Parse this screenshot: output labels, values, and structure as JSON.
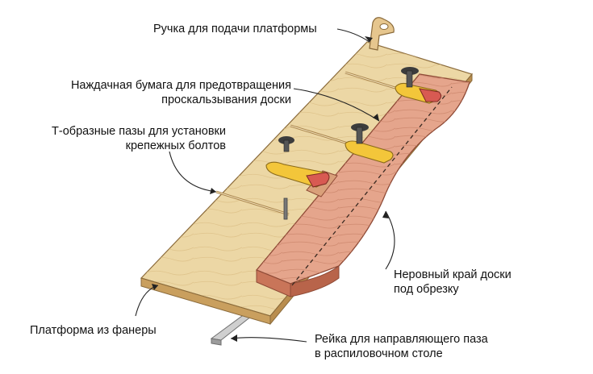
{
  "diagram": {
    "labels": {
      "handle": "Ручка для подачи платформы",
      "sandpaper_line1": "Наждачная бумага для предотвращения",
      "sandpaper_line2": "проскальзывания доски",
      "tslots_line1": "Т-образные пазы для установки",
      "tslots_line2": "крепежных болтов",
      "uneven_edge_line1": "Неровный край доски",
      "uneven_edge_line2": "под обрезку",
      "platform": "Платформа из фанеры",
      "runner_line1": "Рейка для направляющего паза",
      "runner_line2": "в распиловочном столе"
    },
    "colors": {
      "plywood": "#ecd7a5",
      "plywood_edge": "#c99f5e",
      "board": "#e5a58c",
      "board_edge": "#b8644a",
      "clamp_yellow": "#f3c63a",
      "clamp_red": "#d85a52",
      "knob": "#3c3c3c",
      "runner": "#b9b9b9",
      "sandpaper": "#d9a07a",
      "leader_line": "#222222"
    }
  }
}
